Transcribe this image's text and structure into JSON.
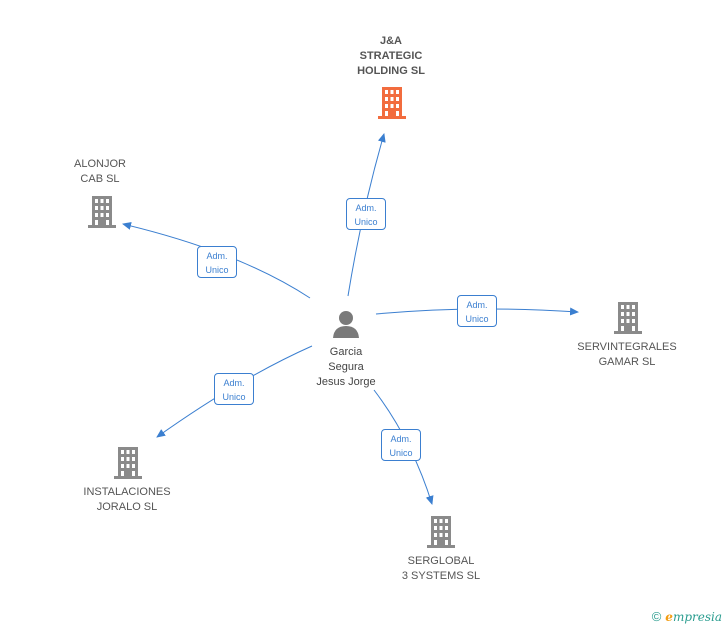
{
  "colors": {
    "edge": "#3b7fd0",
    "building": "#8a8a8a",
    "main_building": "#f26c3e",
    "person": "#7a7a7a"
  },
  "person": {
    "label": "Garcia\nSegura\nJesus Jorge",
    "icon": "person-icon"
  },
  "companies": [
    {
      "id": "ja",
      "label": "J&A\nSTRATEGIC\nHOLDING  SL",
      "main": true,
      "icon": "building-icon"
    },
    {
      "id": "alonjor",
      "label": "ALONJOR\nCAB  SL",
      "main": false,
      "icon": "building-icon"
    },
    {
      "id": "servintegrales",
      "label": "SERVINTEGRALES\nGAMAR  SL",
      "main": false,
      "icon": "building-icon"
    },
    {
      "id": "instalaciones",
      "label": "INSTALACIONES\nJORALO  SL",
      "main": false,
      "icon": "building-icon"
    },
    {
      "id": "serglobal",
      "label": "SERGLOBAL\n3 SYSTEMS SL",
      "main": false,
      "icon": "building-icon"
    }
  ],
  "relations": [
    {
      "to": "ja",
      "label": "Adm.\nUnico"
    },
    {
      "to": "alonjor",
      "label": "Adm.\nUnico"
    },
    {
      "to": "servintegrales",
      "label": "Adm.\nUnico"
    },
    {
      "to": "instalaciones",
      "label": "Adm.\nUnico"
    },
    {
      "to": "serglobal",
      "label": "Adm.\nUnico"
    }
  ],
  "footer": {
    "copyright_symbol": "©",
    "brand_first": "e",
    "brand_rest": "mpresia"
  }
}
